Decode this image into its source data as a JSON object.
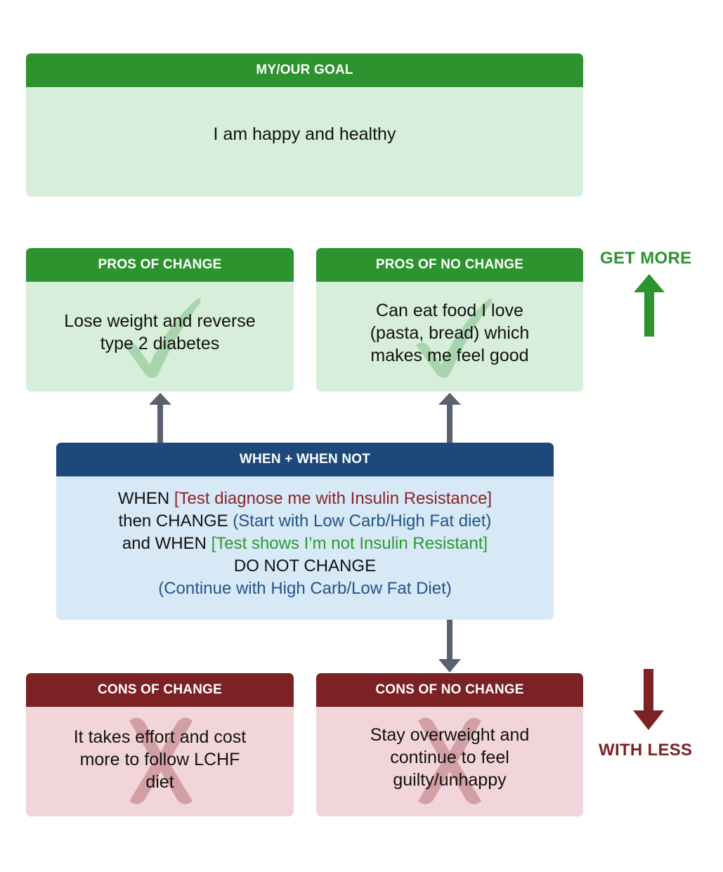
{
  "colors": {
    "green_header": "#2c932f",
    "green_body": "#d7eeda",
    "red_header": "#7d2224",
    "red_body": "#f2d5da",
    "blue_header": "#1d497a",
    "blue_body": "#d7e8f6",
    "connector_arrow": "#5a6070"
  },
  "goal": {
    "title": "MY/OUR GOAL",
    "text": "I am happy and healthy"
  },
  "pros_of_change": {
    "title": "PROS OF CHANGE",
    "lines": [
      "Lose weight and reverse",
      "type 2 diabetes"
    ],
    "icon": "checkmark-icon"
  },
  "pros_of_no_change": {
    "title": "PROS OF NO CHANGE",
    "lines": [
      "Can eat food I love",
      "(pasta, bread) which",
      "makes me feel good"
    ],
    "icon": "checkmark-icon"
  },
  "when_box": {
    "title": "WHEN + WHEN NOT",
    "line1": {
      "a": "WHEN ",
      "b": "[Test diagnose me with Insulin Resistance]"
    },
    "line2": {
      "a": "then CHANGE ",
      "b": "(Start with Low Carb/High Fat diet)"
    },
    "line3": {
      "a": "and WHEN ",
      "b": "[Test shows I’m not Insulin Resistant]"
    },
    "line4": "DO NOT CHANGE",
    "line5": "(Continue with High Carb/Low Fat Diet)"
  },
  "cons_of_change": {
    "title": "CONS OF CHANGE",
    "lines": [
      "It takes effort and cost",
      "more to follow LCHF",
      "diet"
    ],
    "icon": "x-mark-icon"
  },
  "cons_of_no_change": {
    "title": "CONS OF NO CHANGE",
    "lines": [
      "Stay overweight and",
      "continue to feel",
      "guilty/unhappy"
    ],
    "icon": "x-mark-icon"
  },
  "side_labels": {
    "get_more": "GET MORE",
    "with_less": "WITH LESS"
  }
}
